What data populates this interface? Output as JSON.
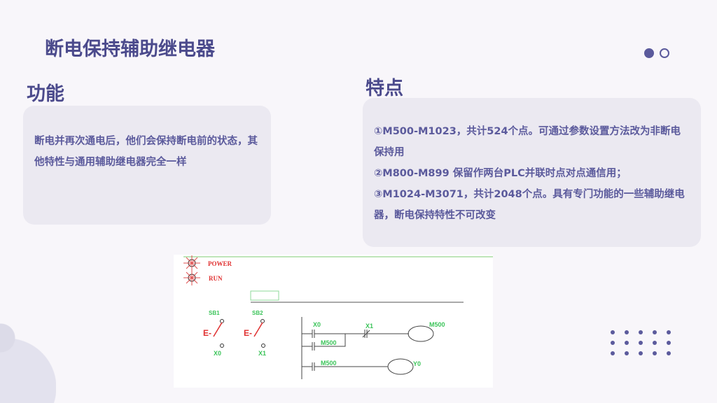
{
  "title": "断电保持辅助继电器",
  "function": {
    "heading": "功能",
    "text": "断电并再次通电后，他们会保持断电前的状态，其他特性与通用辅助继电器完全一样"
  },
  "features": {
    "heading": "特点",
    "items": [
      "①M500-M1023，共计524个点。可通过参数设置方法改为非断电保持用",
      "②M800-M899 保留作两台PLC并联时点对点通信用；",
      "③M1024-M3071，共计2048个点。具有专门功能的一些辅助继电器，断电保持特性不可改变"
    ]
  },
  "diagram": {
    "power": "POWER",
    "run": "RUN",
    "sb1": "SB1",
    "sb2": "SB2",
    "x0": "X0",
    "x1": "X1",
    "contact_x0": "X0",
    "contact_x1": "X1",
    "coil_m500": "M500",
    "latch_m500": "M500",
    "contact_m500": "M500",
    "coil_y0": "Y0"
  }
}
